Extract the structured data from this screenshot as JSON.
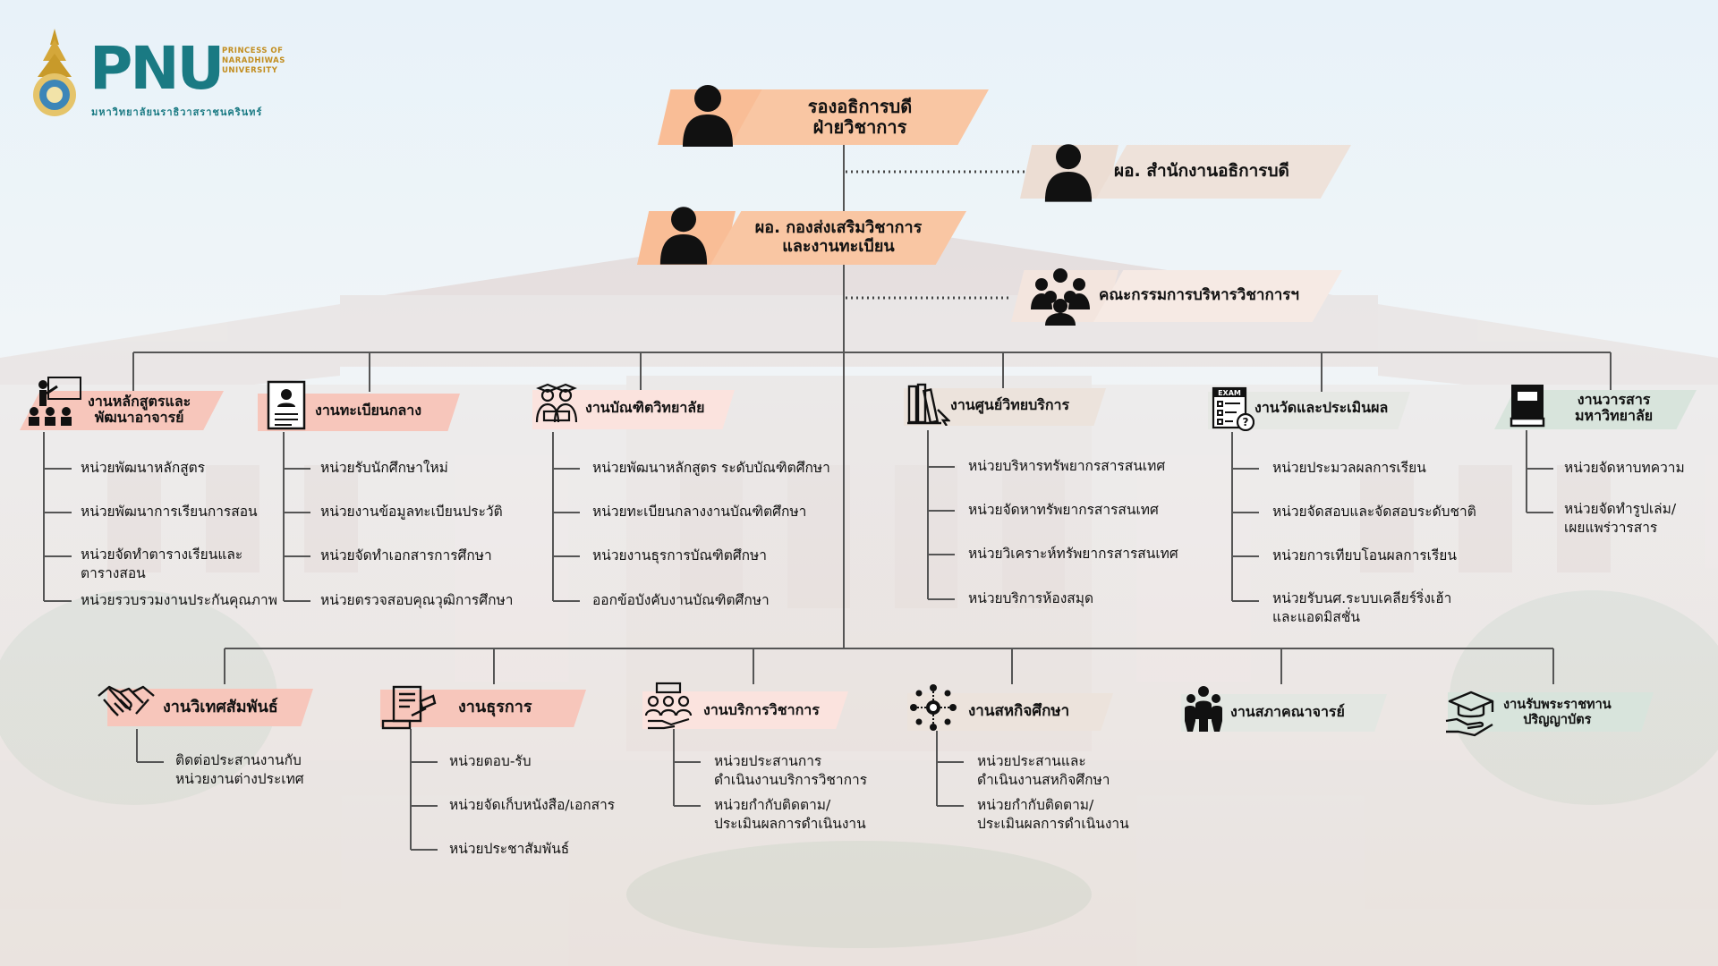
{
  "logo": {
    "letters": "PNU",
    "sub": "PRINCESS OF NARADHIWAS UNIVERSITY",
    "thai": "มหาวิทยาลัยนราธิวาสราชนครินทร์"
  },
  "top": {
    "vp": "รองอธิการบดี\nฝ่ายวิชาการ",
    "office": "ผอ. สำนักงานอธิการบดี",
    "director": "ผอ. กองส่งเสริมวิชาการ\nและงานทะเบียน",
    "committee": "คณะกรรมการบริหารวิชาการฯ"
  },
  "row1": [
    {
      "title": "งานหลักสูตรและ\nพัฒนาอาจารย์",
      "icon": "teacher-icon",
      "color": "#f7c6bb",
      "items": [
        "หน่วยพัฒนาหลักสูตร",
        "หน่วยพัฒนาการเรียนการสอน",
        "หน่วยจัดทำตารางเรียนและ\nตารางสอน",
        "หน่วยรวบรวมงานประกันคุณภาพ"
      ]
    },
    {
      "title": "งานทะเบียนกลาง",
      "icon": "document-icon",
      "color": "#f7c6bb",
      "items": [
        "หน่วยรับนักศึกษาใหม่",
        "หน่วยงานข้อมูลทะเบียนประวัติ",
        "หน่วยจัดทำเอกสารการศึกษา",
        "หน่วยตรวจสอบคุณวุฒิการศึกษา"
      ]
    },
    {
      "title": "งานบัณฑิตวิทยาลัย",
      "icon": "graduates-icon",
      "color": "#fbe3de",
      "items": [
        "หน่วยพัฒนาหลักสูตร ระดับบัณฑิตศึกษา",
        "หน่วยทะเบียนกลางงานบัณฑิตศึกษา",
        "หน่วยงานธุรการบัณฑิตศึกษา",
        "ออกข้อบังคับงานบัณฑิตศึกษา"
      ]
    },
    {
      "title": "งานศูนย์วิทยบริการ",
      "icon": "library-icon",
      "color": "#ece3dc",
      "items": [
        "หน่วยบริหารทรัพยากรสารสนเทศ",
        "หน่วยจัดหาทรัพยากรสารสนเทศ",
        "หน่วยวิเคราะห์ทรัพยากรสารสนเทศ",
        "หน่วยบริการห้องสมุด"
      ]
    },
    {
      "title": "งานวัดและประเมินผล",
      "icon": "exam-icon",
      "exam_label": "EXAM",
      "color": "#e6e8e4",
      "items": [
        "หน่วยประมวลผลการเรียน",
        "หน่วยจัดสอบและจัดสอบระดับชาติ",
        "หน่วยการเทียบโอนผลการเรียน",
        "หน่วยรับนศ.ระบบเคลียร์ริ่งเฮ้า\nและแอดมิสชั่น"
      ]
    },
    {
      "title": "งานวารสาร\nมหาวิทยาลัย",
      "icon": "journal-icon",
      "color": "#d8e4dc",
      "items": [
        "หน่วยจัดหาบทความ",
        "หน่วยจัดทำรูปเล่ม/\nเผยแพร่วารสาร"
      ]
    }
  ],
  "row2": [
    {
      "title": "งานวิเทศสัมพันธ์",
      "icon": "handshake-icon",
      "color": "#f7c6bb",
      "items": [
        "ติดต่อประสานงานกับ\nหน่วยงานต่างประเทศ"
      ]
    },
    {
      "title": "งานธุรการ",
      "icon": "paperwork-icon",
      "color": "#f7c6bb",
      "items": [
        "หน่วยตอบ-รับ",
        "หน่วยจัดเก็บหนังสือ/เอกสาร",
        "หน่วยประชาสัมพันธ์"
      ]
    },
    {
      "title": "งานบริการวิชาการ",
      "icon": "service-icon",
      "color": "#fbe3de",
      "items": [
        "หน่วยประสานการ\nดำเนินงานบริการวิชาการ",
        "หน่วยกำกับติดตาม/\nประเมินผลการดำเนินงาน"
      ]
    },
    {
      "title": "งานสหกิจศึกษา",
      "icon": "network-icon",
      "color": "#ece3dc",
      "items": [
        "หน่วยประสานและ\nดำเนินงานสหกิจศึกษา",
        "หน่วยกำกับติดตาม/\nประเมินผลการดำเนินงาน"
      ]
    },
    {
      "title": "งานสภาคณาจารย์",
      "icon": "council-icon",
      "color": "#e3e7e2",
      "items": []
    },
    {
      "title": "งานรับพระราชทาน\nปริญญาบัตร",
      "icon": "graduation-cap-icon",
      "color": "#d8e4dc",
      "items": []
    }
  ]
}
